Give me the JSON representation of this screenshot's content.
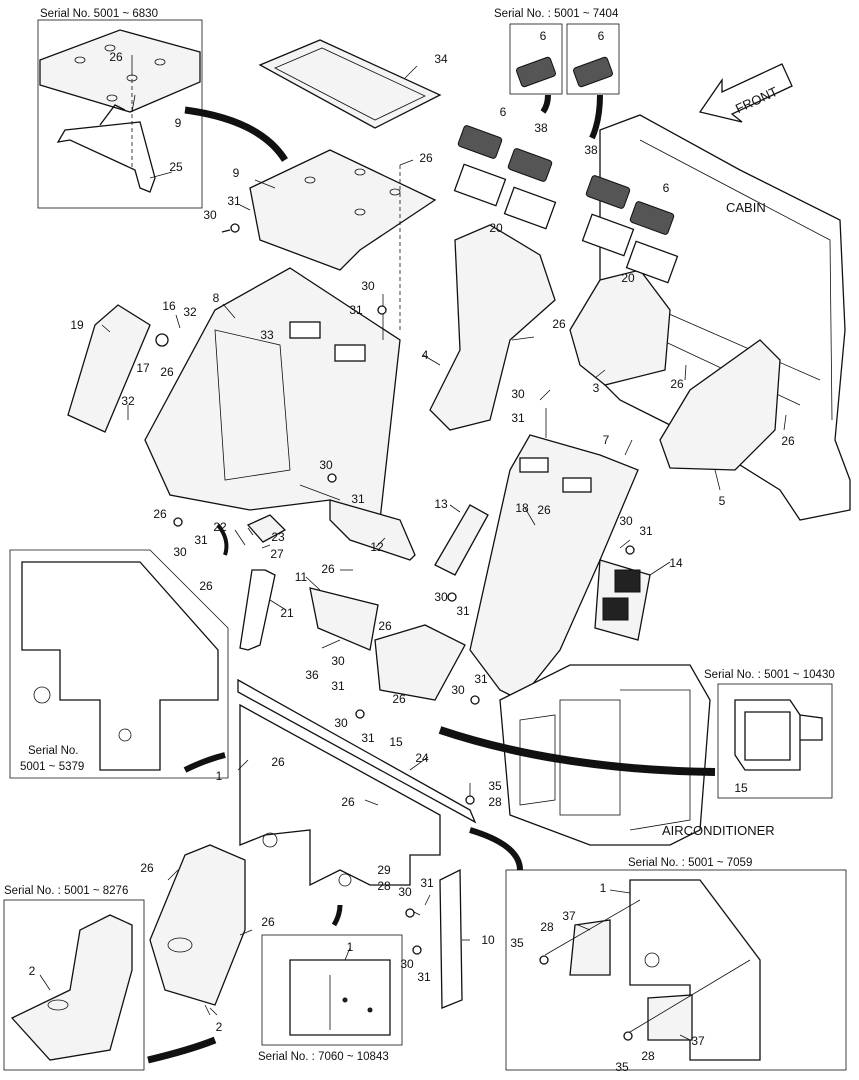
{
  "callouts": {
    "p1": "1",
    "p2": "2",
    "p3": "3",
    "p4": "4",
    "p5": "5",
    "p6": "6",
    "p7": "7",
    "p8": "8",
    "p9": "9",
    "p10": "10",
    "p11": "11",
    "p12": "12",
    "p13": "13",
    "p14": "14",
    "p15": "15",
    "p16": "16",
    "p17": "17",
    "p18": "18",
    "p19": "19",
    "p20": "20",
    "p21": "21",
    "p22": "22",
    "p23": "23",
    "p24": "24",
    "p25": "25",
    "p26": "26",
    "p27": "27",
    "p28": "28",
    "p29": "29",
    "p30": "30",
    "p31": "31",
    "p32": "32",
    "p33": "33",
    "p34": "34",
    "p35": "35",
    "p36": "36",
    "p37": "37",
    "p38": "38"
  },
  "insets": {
    "top_left": "Serial No. 5001 ~ 6830",
    "top_right": "Serial No. : 5001 ~ 7404",
    "mid_left_line1": "Serial No.",
    "mid_left_line2": "5001 ~ 5379",
    "mid_right": "Serial No. : 5001 ~ 10430",
    "bottom_left": "Serial No. : 5001 ~ 8276",
    "bottom_mid": "Serial No. : 7060 ~ 10843",
    "bottom_right": "Serial No. : 5001 ~ 7059"
  },
  "labels": {
    "front": "FRONT",
    "cabin": "CABIN",
    "airconditioner": "AIRCONDITIONER"
  }
}
